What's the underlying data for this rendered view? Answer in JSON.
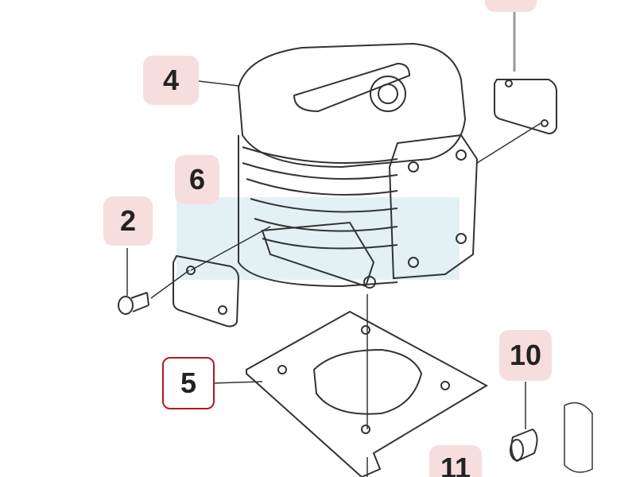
{
  "diagram": {
    "callouts": {
      "part_4": "4",
      "part_6": "6",
      "part_2": "2",
      "part_5": "5",
      "part_10": "10",
      "part_11": "11"
    },
    "selected_part": "5",
    "colors": {
      "callout_bg": "#f7dede",
      "selected_border": "#b3191f",
      "watermark": "#e3f1f4"
    }
  }
}
